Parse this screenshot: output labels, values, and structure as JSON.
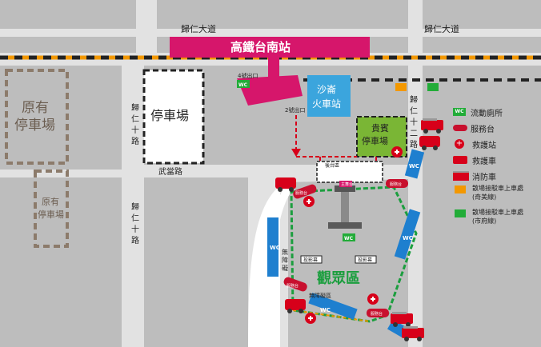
{
  "roads": {
    "guiren_avenue_left": "歸仁大道",
    "guiren_avenue_right": "歸仁大道",
    "guiren_10th_rd": "歸仁十路",
    "guiren_10th_rd_lower": "歸仁十路",
    "guiren_12th_rd": "歸仁十二路",
    "wudang_rd": "武當路"
  },
  "stations": {
    "hsr_station": "高鐵台南站",
    "shalun_station": "沙崙火車站",
    "exit_4": "4號出口",
    "exit_2": "2號出口"
  },
  "parking": {
    "original_lot_top": "原有停車場",
    "original_lot_bottom": "原有停車場",
    "new_lot": "停車場",
    "vip_lot": "貴賓停車場"
  },
  "venue": {
    "audience_area": "觀眾區",
    "backstage": "後台區",
    "stage": "主舞台",
    "projection_left": "投影幕",
    "projection_right": "投影幕",
    "accessible_seating_left": "無障礙",
    "accessible_seating_bottom": "無障礙區",
    "service_tag": "服務台"
  },
  "legend": {
    "items": [
      {
        "icon": "wc-icon",
        "label": "流動廁所"
      },
      {
        "icon": "service-desk-icon",
        "label": "服務台"
      },
      {
        "icon": "first-aid-icon",
        "label": "救護站"
      },
      {
        "icon": "ambulance-icon",
        "label": "救護車"
      },
      {
        "icon": "fire-truck-icon",
        "label": "消防車"
      },
      {
        "icon": "orange-bus-stop-icon",
        "label": "散場接駁車上車處",
        "sub": "(奇美線)"
      },
      {
        "icon": "green-bus-stop-icon",
        "label": "散場接駁車上車處",
        "sub": "(市府線)"
      }
    ]
  },
  "labels": {
    "wc": "WC",
    "service_short": "服務台"
  },
  "colors": {
    "road": "#e2e2e2",
    "block": "#bdbdbd",
    "hsr": "#d6166b",
    "shalun": "#3ba5dd",
    "vip": "#7ab635",
    "wc_blue": "#1e7fcf",
    "service_red": "#c8102e",
    "orange": "#f39800",
    "green": "#22ac38",
    "parking_brown": "#8c7b6b",
    "audience_green": "#1b9e3e"
  }
}
